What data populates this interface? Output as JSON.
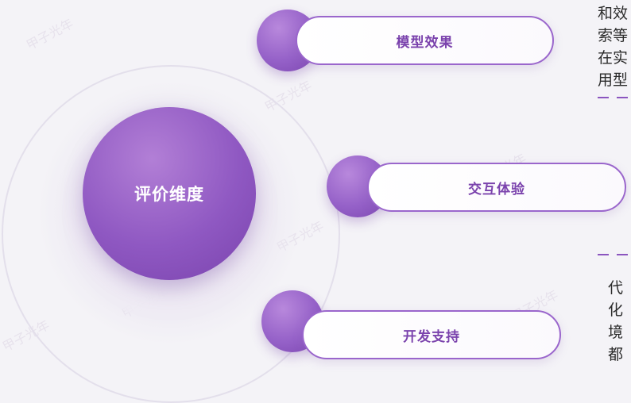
{
  "center": {
    "label": "评价维度"
  },
  "dimensions": [
    {
      "label": "模型效果"
    },
    {
      "label": "交互体验"
    },
    {
      "label": "开发支持"
    }
  ],
  "side_text_top": [
    "和效",
    "索等",
    "在实",
    "用型"
  ],
  "side_text_bottom": [
    "代",
    "化",
    "境",
    "都"
  ],
  "watermark": "甲子光年",
  "colors": {
    "accent": "#8f58c2",
    "pill_border": "#9a66cc",
    "pill_text": "#7b43ad"
  }
}
